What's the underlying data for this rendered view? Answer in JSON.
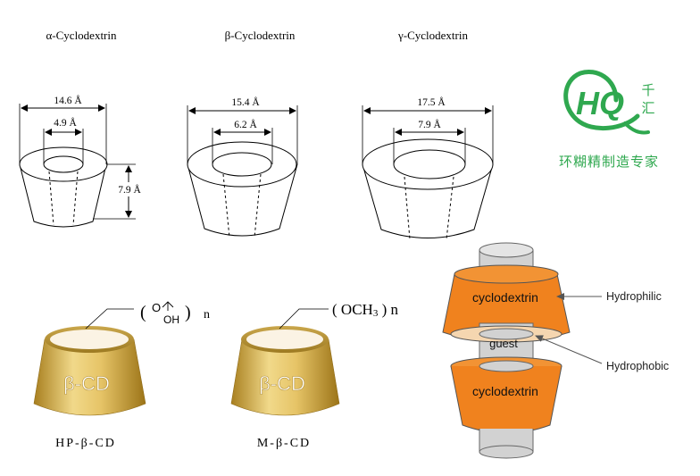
{
  "cyclodextrins": [
    {
      "title": "α-Cyclodextrin",
      "outer": "14.6 Å",
      "inner": "4.9 Å",
      "height": "7.9 Å"
    },
    {
      "title": "β-Cyclodextrin",
      "outer": "15.4 Å",
      "inner": "6.2 Å"
    },
    {
      "title": "γ-Cyclodextrin",
      "outer": "17.5 Å",
      "inner": "7.9 Å"
    }
  ],
  "logo": {
    "letters": "HQ",
    "side_chars": [
      "千",
      "汇"
    ],
    "tagline": "环糊精制造专家",
    "color": "#2fa84f"
  },
  "derivatives": [
    {
      "body_label": "β-CD",
      "substituent": "( OH ) n",
      "substituent_top": "O",
      "substituent_sub": "OH",
      "caption": "HP-β-CD"
    },
    {
      "body_label": "β-CD",
      "substituent_main": "( OCH",
      "substituent_sub": "3",
      "substituent_tail": " ) n",
      "caption": "M-β-CD"
    }
  ],
  "complex": {
    "top_label": "cyclodextrin",
    "guest_label": "guest",
    "bottom_label": "cyclodextrin",
    "hydrophilic": "Hydrophilic",
    "hydrophobic": "Hydrophobic",
    "orange": "#f0821e",
    "gray": "#d2d2d2"
  },
  "colors": {
    "gold_dark": "#b8902a",
    "gold_light": "#f2dc8a",
    "top_face": "#fbf3e4"
  }
}
